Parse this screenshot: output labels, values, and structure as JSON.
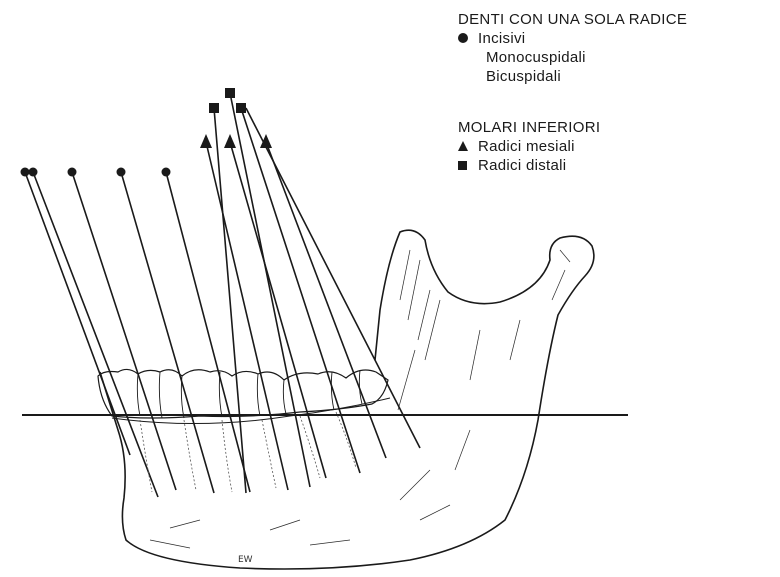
{
  "legend": {
    "single_root": {
      "heading": "DENTI CON UNA SOLA RADICE",
      "items": [
        "Incisivi",
        "Monocuspidali",
        "Bicuspidali"
      ]
    },
    "lower_molars": {
      "heading": "MOLARI INFERIORI",
      "items": [
        "Radici mesiali",
        "Radici distali"
      ]
    }
  },
  "signature": "EW",
  "markers": {
    "single_root": "circle",
    "mesial_root": "triangle",
    "distal_root": "square"
  },
  "colors": {
    "ink": "#1a1a1a",
    "paper": "#ffffff"
  }
}
